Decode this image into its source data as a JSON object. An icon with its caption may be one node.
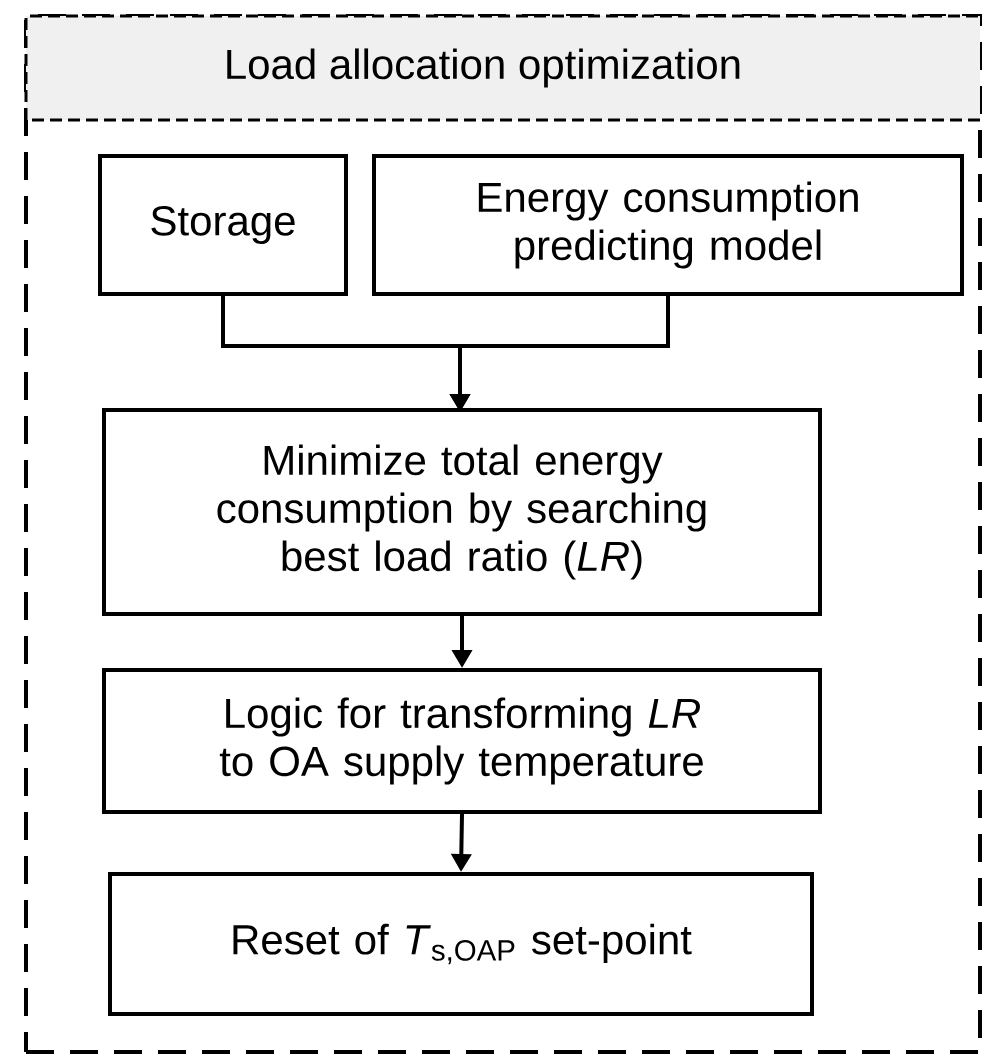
{
  "diagram": {
    "nodes": [
      {
        "text": [
          "Load allocation optimization"
        ]
      },
      {
        "text": [
          "Storage"
        ],
        "in": 0
      },
      {
        "text": [
          "Energy consumption predicting model"
        ],
        "in": 0
      },
      {
        "text": [
          "Minimize total energy consumption by searching best load ratio (*LR*)"
        ],
        "in": 0
      },
      {
        "text": [
          "Logic for transforming *LR* to OA supply temperature"
        ],
        "in": 0
      },
      {
        "text": [
          "Reset of *T*$_{s,OAP}$ set-point"
        ],
        "in": 0
      }
    ],
    "edges": [
      {
        "from": 1,
        "to": 3,
        "arrow": "to"
      },
      {
        "from": 2,
        "to": 3,
        "arrow": "to"
      },
      {
        "from": 3,
        "to": 4,
        "arrow": "to"
      },
      {
        "from": 4,
        "to": 5,
        "arrow": "to"
      }
    ]
  }
}
